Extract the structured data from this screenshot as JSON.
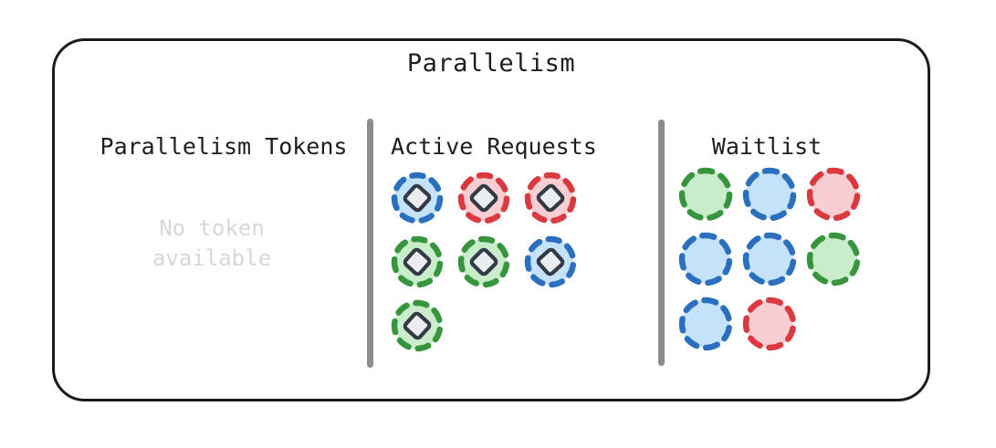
{
  "diagram": {
    "title": "Parallelism",
    "sections": [
      {
        "id": "parallelism-tokens",
        "header": "Parallelism Tokens",
        "empty_text": "No token\navailable",
        "token_style": "none",
        "rows": []
      },
      {
        "id": "active-requests",
        "header": "Active Requests",
        "token_style": "diamond",
        "rows": [
          [
            "blue",
            "red",
            "red"
          ],
          [
            "green",
            "green",
            "blue"
          ],
          [
            "green"
          ]
        ]
      },
      {
        "id": "waitlist",
        "header": "Waitlist",
        "token_style": "plain",
        "rows": [
          [
            "green",
            "blue",
            "red"
          ],
          [
            "blue",
            "blue",
            "green"
          ],
          [
            "blue",
            "red"
          ]
        ]
      }
    ]
  },
  "colors": {
    "blue": {
      "stroke": "#2b6fbf",
      "fill": "#c4e2f9"
    },
    "red": {
      "stroke": "#d9393f",
      "fill": "#f9ced2"
    },
    "green": {
      "stroke": "#36953d",
      "fill": "#c9edcb"
    },
    "diamond_stroke": "#343a43",
    "diamond_fill": "#e9edf0",
    "divider": "#8c8c8c",
    "muted_text": "#d8d8d8",
    "text": "#1d1d1d",
    "border": "#1b1b1b"
  }
}
